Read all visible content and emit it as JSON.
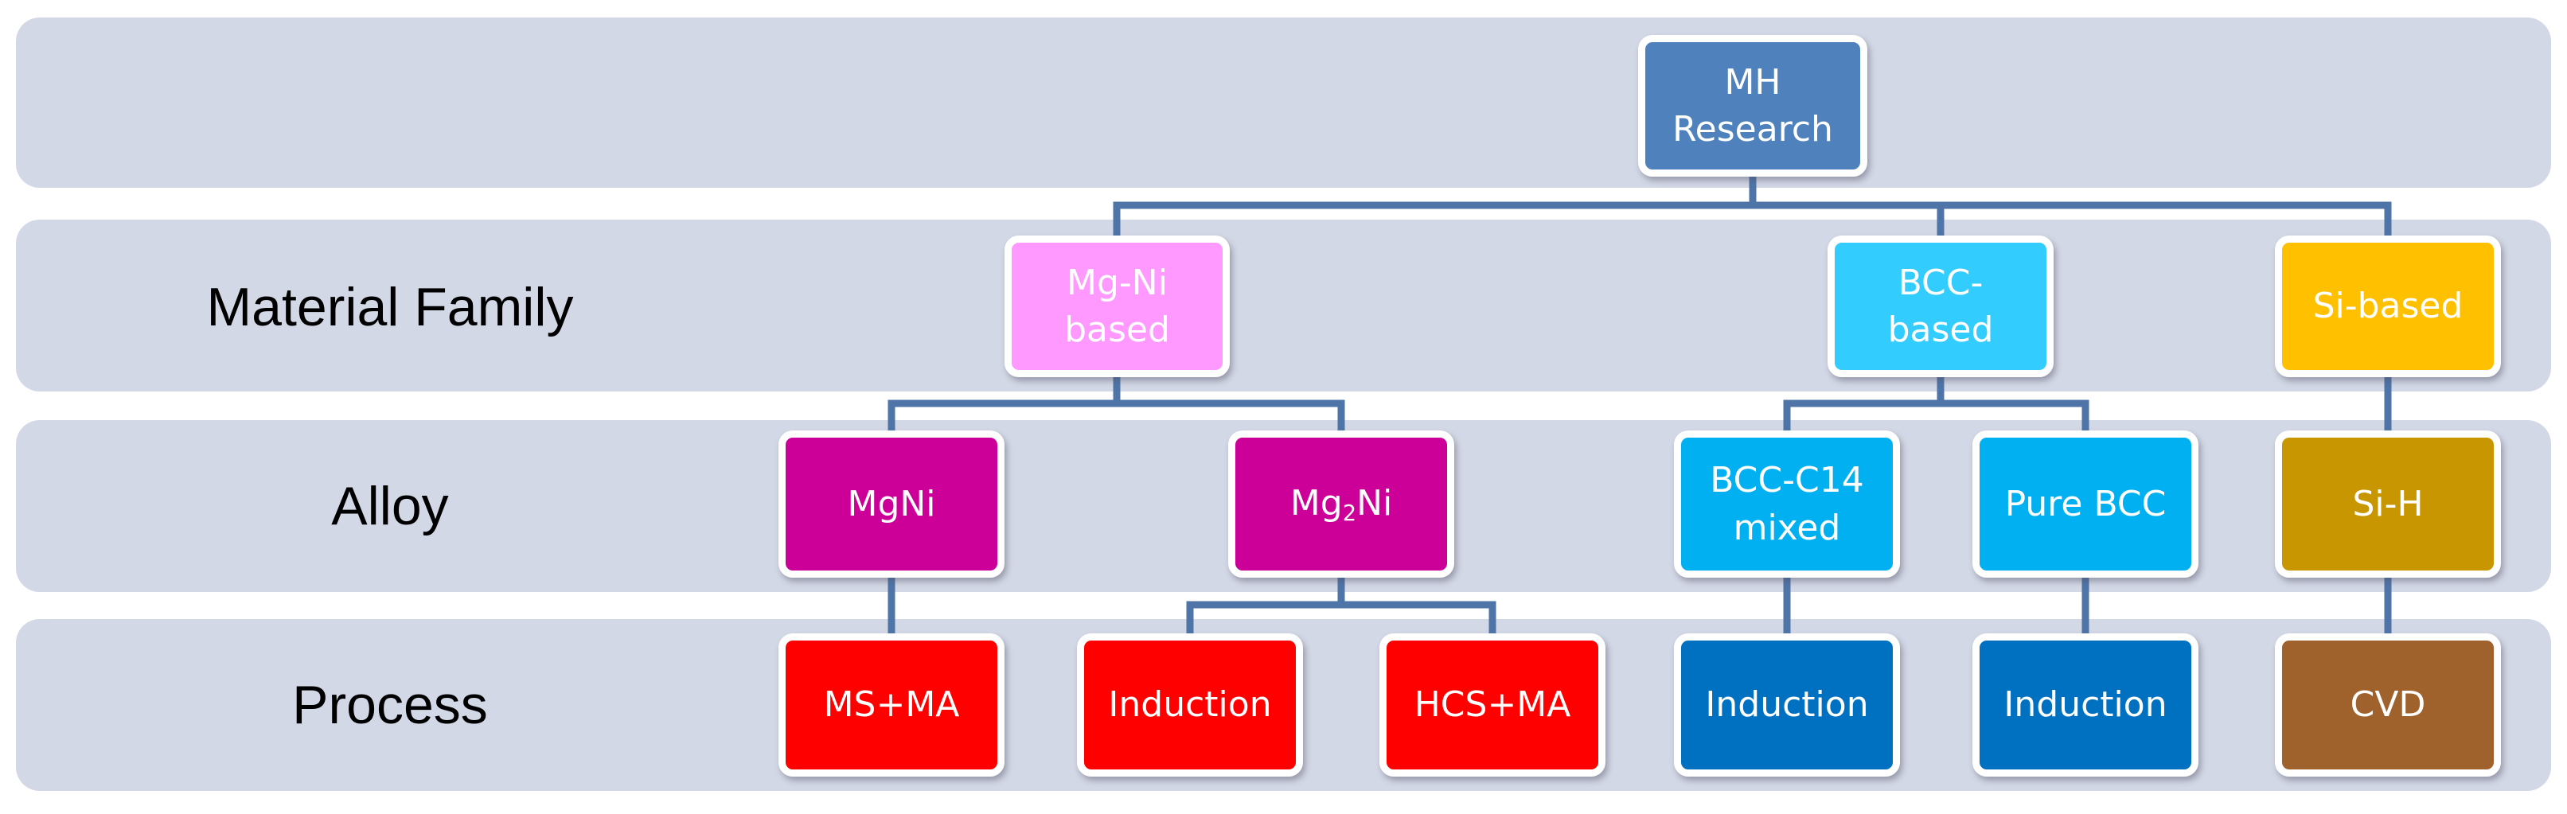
{
  "rows": {
    "family": "Material Family",
    "alloy": "Alloy",
    "process": "Process"
  },
  "root": {
    "label_line1": "MH",
    "label_line2": "Research",
    "color": "#4f81bd"
  },
  "families": [
    {
      "line1": "Mg-Ni",
      "line2": "based",
      "color": "#ff99ff"
    },
    {
      "line1": "BCC-",
      "line2": "based",
      "color": "#33ccff"
    },
    {
      "line1": "Si-based",
      "line2": "",
      "color": "#ffc000"
    }
  ],
  "alloys": [
    {
      "line1": "MgNi",
      "line2": "",
      "color": "#cc0099"
    },
    {
      "prefix": "Mg",
      "subscript": "2",
      "suffix": "Ni",
      "color": "#cc0099"
    },
    {
      "line1": "BCC-C14",
      "line2": "mixed",
      "color": "#00b0f0"
    },
    {
      "line1": "Pure BCC",
      "line2": "",
      "color": "#00b0f0"
    },
    {
      "line1": "Si-H",
      "line2": "",
      "color": "#c89600"
    }
  ],
  "processes": [
    {
      "label": "MS+MA",
      "color": "#ff0000"
    },
    {
      "label": "Induction",
      "color": "#ff0000"
    },
    {
      "label": "HCS+MA",
      "color": "#ff0000"
    },
    {
      "label": "Induction",
      "color": "#0070c0"
    },
    {
      "label": "Induction",
      "color": "#0070c0"
    },
    {
      "label": "CVD",
      "color": "#a0622d"
    }
  ],
  "connector_color": "#4f75a8",
  "band_color": "#d3d8e6"
}
